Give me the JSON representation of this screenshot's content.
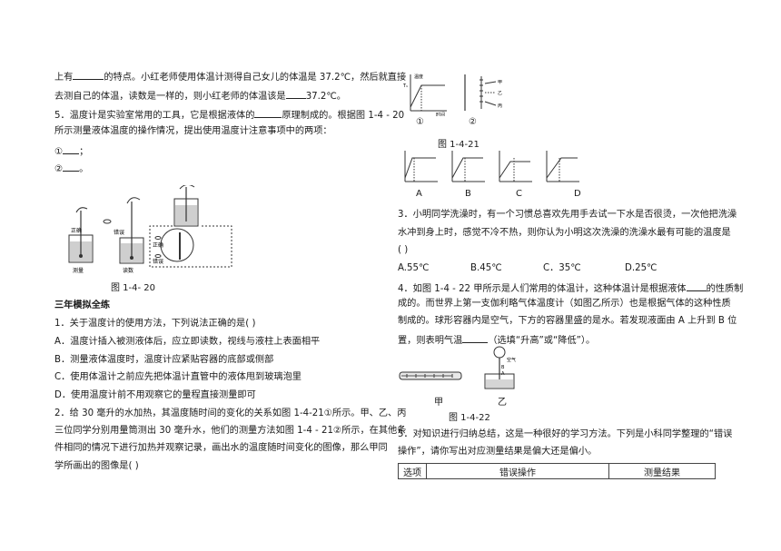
{
  "left": {
    "p1_l1_a": "上有",
    "p1_l1_b": "的特点。小红老师使用体温计测得自己女儿的体温是 37.2℃，然后就直接",
    "p1_l2_a": "去测自己的体温，读数是一样的，则小红老师的体温该是",
    "p1_l2_b": "37.2℃。",
    "q5_l1": "5．温度计是实验室常用的工具，它是根据液体的",
    "q5_l1_b": "原理制成的。根据图 1-4 - 20",
    "q5_l2": "所示测量液体温度的操作情况，提出使用温度计注意事项中的两项：",
    "item1": "①",
    "item1_end": "；",
    "item2": "②",
    "item2_end": "。",
    "fig_labels": {
      "zhengque1": "正确",
      "celiang": "测量",
      "cuowu": "错误",
      "dushu": "读数",
      "zhengque2": "正确",
      "cuowu2": "错误"
    },
    "fig_caption": "图 1-4- 20",
    "section_title": "三年模拟全练",
    "q1": "1．关于温度计的使用方法，下列说法正确的是(      )",
    "q1_a": "A．温度计插入被测液体后，应立即读数，视线与液柱上表面相平",
    "q1_b": "B．测量液体温度时，温度计应紧贴容器的底部或侧部",
    "q1_c": "C．使用体温计之前应先把体温计直管中的液体甩到玻璃泡里",
    "q1_d": "D．使用温度计前不用观察它的量程直接测量即可",
    "q2_l1": "2．给 30 毫升的水加热，其温度随时间的变化的关系如图 1-4-21①所示。甲、乙、丙",
    "q2_l2": "三位同学分别用量筒测出 30 毫升水，他们的测量方法如图 1-4 - 21②所示，在其他条",
    "q2_l3": "件相同的情况下进行加热并观察记录，画出水的温度随时间变化的图像，那么甲同",
    "q2_l4": "学所画出的图像是(      )"
  },
  "right": {
    "graph_labels": {
      "wendu": "温度",
      "shijian": "时间",
      "t1": "t₁",
      "T1": "T₁",
      "O": "0",
      "jia": "甲",
      "yi": "乙",
      "bing": "丙"
    },
    "circle1": "①",
    "circle2": "②",
    "fig21_caption": "图 1-4-21",
    "options": [
      "A",
      "B",
      "C",
      "D"
    ],
    "q3_l1": "3．小明同学洗澡时，有一个习惯总喜欢先用手去试一下水是否很烫，一次他把洗澡",
    "q3_l2": "水冲到身上时，感觉不冷不热，则你认为小明这次洗澡的洗澡水最有可能的温度是",
    "q3_l3": "(      )",
    "q3_opts": [
      "A.55℃",
      "B.45℃",
      "C．35℃",
      "D.25℃"
    ],
    "q4_l1": "4．如图 1-4 - 22 甲所示是人们常用的体温计，这种体温计是根据液体",
    "q4_l1_b": "的性质制",
    "q4_l2": "成的。而世界上第一支伽利略气体温度计（如图乙所示）也是根据气体的这种性质",
    "q4_l3": "制成的。球形容器内是空气，下方的容器里盛的是水。若发现液面由 A 上升到 B 位",
    "q4_l4_a": "置，则表明气温",
    "q4_l4_b": "（选填“升高”或“降低”）。",
    "fig22": {
      "jia": "甲",
      "yi": "乙",
      "kongqi": "空气",
      "A": "A",
      "B": "B",
      "caption": "图 1-4-22"
    },
    "q5_l1": "5．对知识进行归纳总结，这是一种很好的学习方法。下列是小科同学整理的“错误",
    "q5_l2": "操作”，请你写出对应测量结果是偏大还是偏小。",
    "table_headers": [
      "选项",
      "错误操作",
      "测量结果"
    ]
  }
}
